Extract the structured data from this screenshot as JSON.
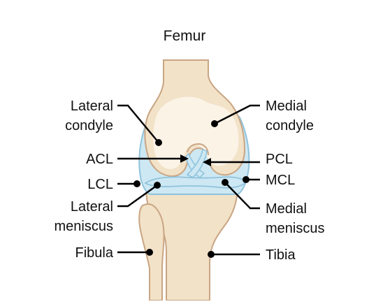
{
  "title": "Femur",
  "labels": {
    "lateral_condyle": [
      "Lateral",
      "condyle"
    ],
    "medial_condyle": [
      "Medial",
      "condyle"
    ],
    "acl": "ACL",
    "pcl": "PCL",
    "lcl": "LCL",
    "mcl": "MCL",
    "lateral_meniscus": [
      "Lateral",
      "meniscus"
    ],
    "medial_meniscus": [
      "Medial",
      "meniscus"
    ],
    "fibula": "Fibula",
    "tibia": "Tibia"
  },
  "colors": {
    "bone": "#f2e2c8",
    "bone_highlight": "#fbf3e6",
    "bone_outline": "#c9a583",
    "ligament": "#cde8f3",
    "ligament_outline": "#8fc3dc",
    "leader": "#000000"
  }
}
